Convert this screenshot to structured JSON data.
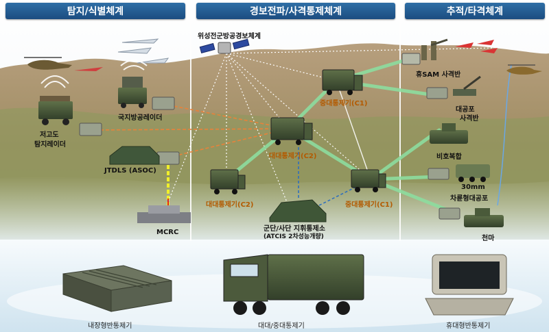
{
  "sections": [
    {
      "title": "탐지/식별체계"
    },
    {
      "title": "경보전파/사격통제체계"
    },
    {
      "title": "추적/타격체계"
    }
  ],
  "nodes": {
    "satellite": "위성전군방공경보체계",
    "local_radar": "국지방공레이더",
    "high_alt_radar_1": "저고도",
    "high_alt_radar_2": "탐지레이더",
    "jtdls": "JTDLS (ASOC)",
    "mcrc": "MCRC",
    "company_c1_top": "중대통제기(C1)",
    "battalion_c2": "대대통제기(C2)",
    "battalion_c2_left": "대대통제기(C2)",
    "company_c1_right": "중대통제기(C1)",
    "command_post_1": "군단/사단 지휘통제소",
    "command_post_2": "(ATCIS 2차성능개량)",
    "man_sam": "휴SAM 사격반",
    "aa_gun_1": "대공포",
    "aa_gun_2": "사격반",
    "bihobokhap": "비호복합",
    "wheeled_aa_1": "30mm",
    "wheeled_aa_2": "차륜형대공포",
    "cheonma": "천마"
  },
  "bottom": {
    "vehicle_terminal": "내장형반통제기",
    "battalion_vehicle": "대대/중대통제기",
    "portable_terminal": "휴대형반통제기"
  }
}
